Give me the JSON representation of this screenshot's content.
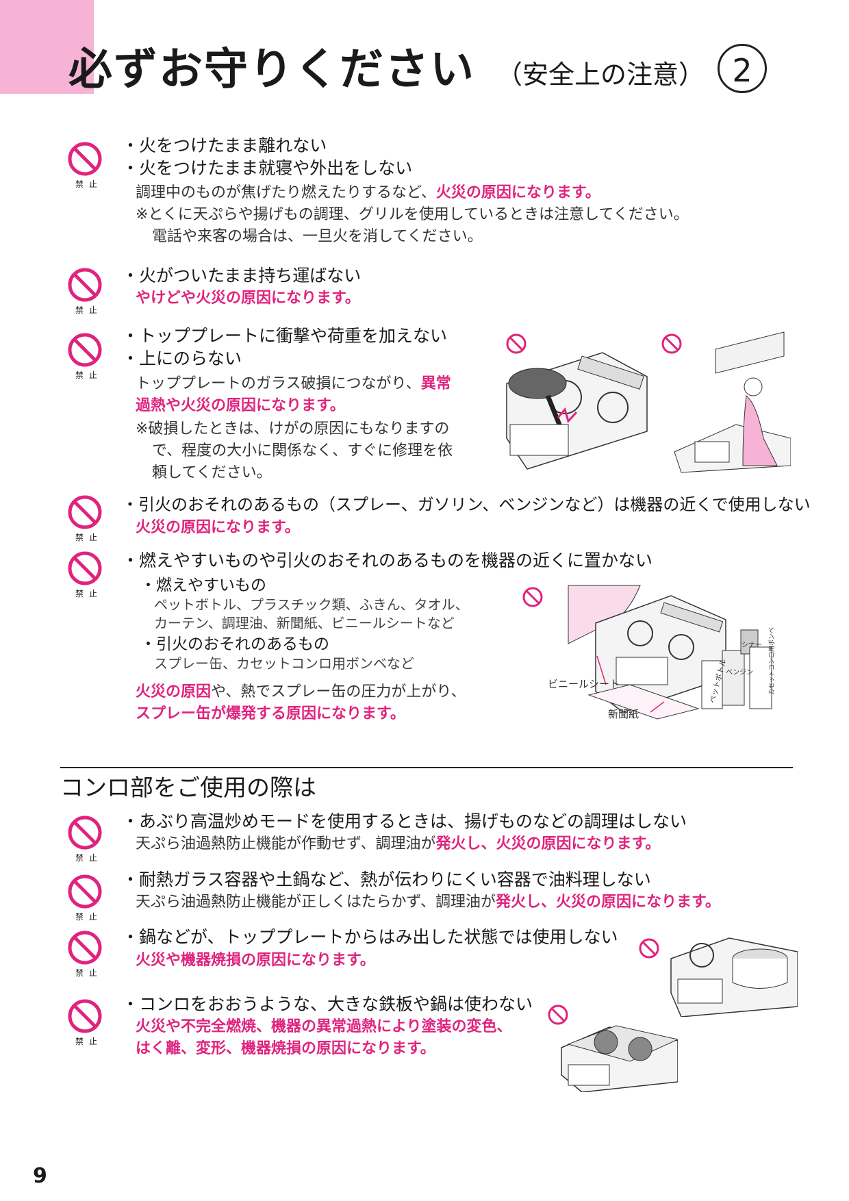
{
  "header": {
    "title": "必ずお守りください",
    "subtitle": "（安全上の注意）",
    "number": "2"
  },
  "prohibit_label": "禁止",
  "items": {
    "i1": {
      "b1": "・火をつけたまま離れない",
      "b2": "・火をつけたまま就寝や外出をしない",
      "l1": "調理中のものが焦げたり燃えたりするなど、",
      "l1_pink": "火災の原因になります。",
      "l2": "※とくに天ぷらや揚げもの調理、グリルを使用しているときは注意してください。",
      "l3": "電話や来客の場合は、一旦火を消してください。"
    },
    "i2": {
      "b1": "・火がついたまま持ち運ばない",
      "l1_pink": "やけどや火災の原因になります。"
    },
    "i3": {
      "b1": "・トッププレートに衝撃や荷重を加えない",
      "b2": "・上にのらない",
      "l1": "トッププレートのガラス破損につながり、",
      "l1_pink": "異常",
      "l2_pink": "過熱や火災の原因になります。",
      "l3": "※破損したときは、けがの原因にもなりますの",
      "l4": "で、程度の大小に関係なく、すぐに修理を依",
      "l5": "頼してください。"
    },
    "i4": {
      "b1": "・引火のおそれのあるもの（スプレー、ガソリン、ベンジンなど）は機器の近くで使用しない",
      "l1_pink": "火災の原因になります。"
    },
    "i5": {
      "b1": "・燃えやすいものや引火のおそれのあるものを機器の近くに置かない",
      "s1": "・燃えやすいもの",
      "s1a": "ペットボトル、プラスチック類、ふきん、タオル、",
      "s1b": "カーテン、調理油、新聞紙、ビニールシートなど",
      "s2": "・引火のおそれのあるもの",
      "s2a": "スプレー缶、カセットコンロ用ボンベなど",
      "l1_pink": "火災の原因",
      "l1": "や、熱でスプレー缶の圧力が上がり、",
      "l2_pink": "スプレー缶が爆発する原因になります。",
      "cap1": "ビニールシート",
      "cap2": "新聞紙",
      "lab_pet": "ペットボトル",
      "lab_benzine": "ベンジン",
      "lab_spray": "シナー",
      "lab_can": "カセットコンロ用ボンベ"
    }
  },
  "section": {
    "title": "コンロ部をご使用の際は"
  },
  "items2": {
    "j1": {
      "b1": "・あぶり高温炒めモードを使用するときは、揚げものなどの調理はしない",
      "l1": "天ぷら油過熱防止機能が作動せず、調理油が",
      "l1_pink": "発火し、火災の原因になります。"
    },
    "j2": {
      "b1": "・耐熱ガラス容器や土鍋など、熱が伝わりにくい容器で油料理しない",
      "l1": "天ぷら油過熱防止機能が正しくはたらかず、調理油が",
      "l1_pink": "発火し、火災の原因になります。"
    },
    "j3": {
      "b1": "・鍋などが、トッププレートからはみ出した状態では使用しない",
      "l1_pink": "火災や機器焼損の原因になります。"
    },
    "j4": {
      "b1": "・コンロをおおうような、大きな鉄板や鍋は使わない",
      "l1_pink": "火災や不完全燃焼、機器の異常過熱により塗装の変色、",
      "l2_pink": "はく離、変形、機器焼損の原因になります。"
    }
  },
  "page_number": "9",
  "colors": {
    "accent_pink": "#e0237e",
    "corner_pink": "#f6b3d6"
  }
}
